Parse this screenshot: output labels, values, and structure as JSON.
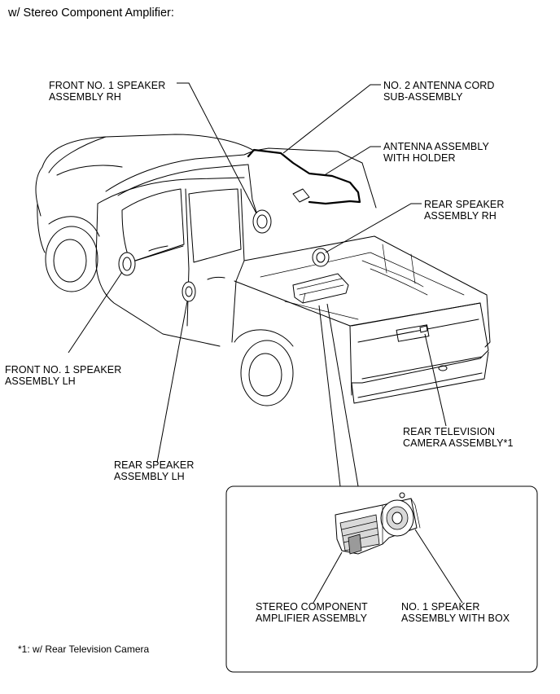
{
  "title": "w/ Stereo Component Amplifier:",
  "labels": {
    "front_rh": [
      "FRONT NO. 1 SPEAKER",
      "ASSEMBLY RH"
    ],
    "antenna_cord": [
      "NO. 2 ANTENNA CORD",
      "SUB-ASSEMBLY"
    ],
    "antenna_assembly": [
      "ANTENNA ASSEMBLY",
      "WITH HOLDER"
    ],
    "rear_rh": [
      "REAR SPEAKER",
      "ASSEMBLY RH"
    ],
    "front_lh": [
      "FRONT NO. 1 SPEAKER",
      "ASSEMBLY LH"
    ],
    "rear_camera": [
      "REAR TELEVISION",
      "CAMERA ASSEMBLY*1"
    ],
    "rear_lh": [
      "REAR SPEAKER",
      "ASSEMBLY LH"
    ],
    "amplifier": [
      "STEREO COMPONENT",
      "AMPLIFIER ASSEMBLY"
    ],
    "speaker_box": [
      "NO. 1 SPEAKER",
      "ASSEMBLY WITH BOX"
    ]
  },
  "footnote": "*1: w/ Rear Television Camera"
}
